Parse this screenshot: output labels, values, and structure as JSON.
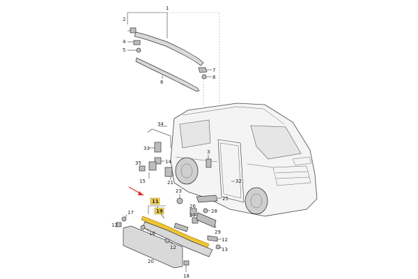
{
  "labels": {
    "l1": "1",
    "l2": "2",
    "l3": "3",
    "l4": "4",
    "l5": "5",
    "l6": "6",
    "l7": "7",
    "l8": "8",
    "l11": "11",
    "l12": "12",
    "l13": "13",
    "l14": "14",
    "l15": "15",
    "l16": "16",
    "l17": "17",
    "l18": "18",
    "l19": "19",
    "l20": "20",
    "l21": "21",
    "l23": "23",
    "l25": "25",
    "l26": "26",
    "l27": "27",
    "l28": "28",
    "l29": "29",
    "l32": "32",
    "l33": "33",
    "l34": "34",
    "l35": "35"
  },
  "colors": {
    "highlight": "#f2d15a",
    "arrow": "#d9302b",
    "part_highlight": "#f0c430"
  },
  "icons": {
    "pointer": "red-arrow-icon"
  }
}
